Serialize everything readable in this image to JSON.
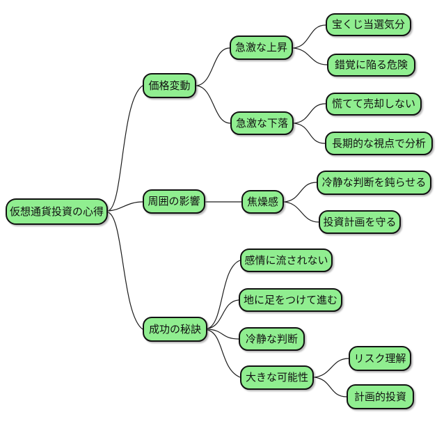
{
  "mindmap": {
    "type": "mindmap-diagram",
    "title": "仮想通貨投資の心得",
    "colors": {
      "background": "#ffffff",
      "node_fill": "#90EE90",
      "node_border": "#111111",
      "edge": "#1a1a1a",
      "text": "#111111"
    },
    "nodes": [
      {
        "id": "root",
        "label": "仮想通貨投資の心得",
        "level": 0
      },
      {
        "id": "price-volatility",
        "label": "価格変動",
        "level": 1
      },
      {
        "id": "sudden-rise",
        "label": "急激な上昇",
        "level": 2
      },
      {
        "id": "lottery-feeling",
        "label": "宝くじ当選気分",
        "level": 3
      },
      {
        "id": "illusion-danger",
        "label": "錯覚に陥る危険",
        "level": 3
      },
      {
        "id": "sudden-fall",
        "label": "急激な下落",
        "level": 2
      },
      {
        "id": "dont-panic-sell",
        "label": "慌てて売却しない",
        "level": 3
      },
      {
        "id": "long-term-analysis",
        "label": "長期的な視点で分析",
        "level": 3
      },
      {
        "id": "peer-influence",
        "label": "周囲の影響",
        "level": 1
      },
      {
        "id": "impatience",
        "label": "焦燥感",
        "level": 2
      },
      {
        "id": "dulls-judgment",
        "label": "冷静な判断を鈍らせる",
        "level": 3
      },
      {
        "id": "keep-plan",
        "label": "投資計画を守る",
        "level": 3
      },
      {
        "id": "success-secret",
        "label": "成功の秘訣",
        "level": 1
      },
      {
        "id": "dont-be-swayed",
        "label": "感情に流されない",
        "level": 2
      },
      {
        "id": "stay-grounded",
        "label": "地に足をつけて進む",
        "level": 2
      },
      {
        "id": "calm-judgment",
        "label": "冷静な判断",
        "level": 2
      },
      {
        "id": "big-potential",
        "label": "大きな可能性",
        "level": 2
      },
      {
        "id": "risk-understanding",
        "label": "リスク理解",
        "level": 3
      },
      {
        "id": "planned-investment",
        "label": "計画的投資",
        "level": 3
      }
    ],
    "hierarchy": {
      "label": "仮想通貨投資の心得",
      "children": [
        {
          "label": "価格変動",
          "children": [
            {
              "label": "急激な上昇",
              "children": [
                {
                  "label": "宝くじ当選気分"
                },
                {
                  "label": "錯覚に陥る危険"
                }
              ]
            },
            {
              "label": "急激な下落",
              "children": [
                {
                  "label": "慌てて売却しない"
                },
                {
                  "label": "長期的な視点で分析"
                }
              ]
            }
          ]
        },
        {
          "label": "周囲の影響",
          "children": [
            {
              "label": "焦燥感",
              "children": [
                {
                  "label": "冷静な判断を鈍らせる"
                },
                {
                  "label": "投資計画を守る"
                }
              ]
            }
          ]
        },
        {
          "label": "成功の秘訣",
          "children": [
            {
              "label": "感情に流されない"
            },
            {
              "label": "地に足をつけて進む"
            },
            {
              "label": "冷静な判断"
            },
            {
              "label": "大きな可能性",
              "children": [
                {
                  "label": "リスク理解"
                },
                {
                  "label": "計画的投資"
                }
              ]
            }
          ]
        }
      ]
    }
  }
}
